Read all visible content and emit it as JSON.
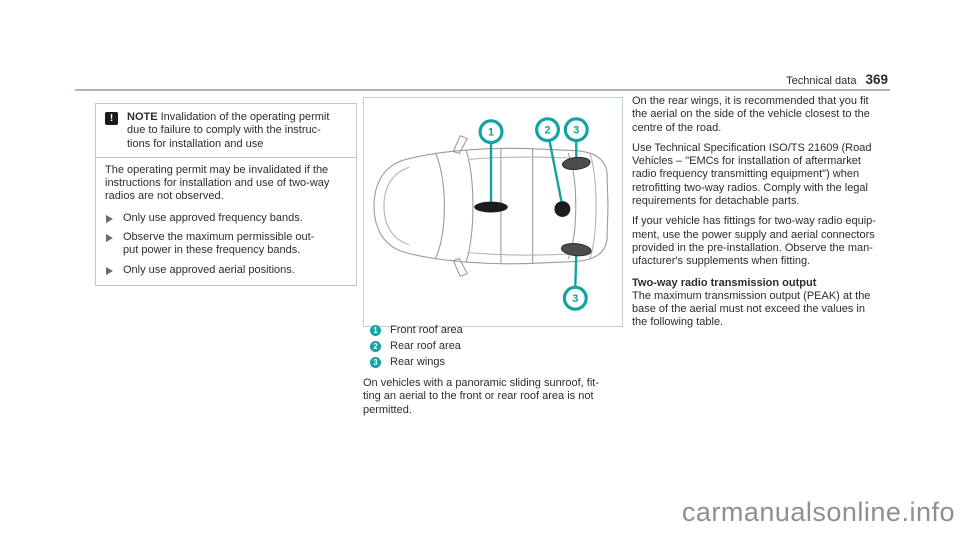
{
  "header": {
    "section": "Technical data",
    "page_number": "369"
  },
  "colors": {
    "teal": "#12a2a6",
    "rule": "#a3b8b8",
    "note_border": "#c6c6c6",
    "diagram_border": "#bfd1d1",
    "marker_black": "#1c1c1c",
    "wing_gray": "#4d4d4d"
  },
  "note_box": {
    "icon": "exclamation-icon",
    "header": {
      "label": "NOTE",
      "lines": [
        "Invalidation of the operating permit",
        "due to failure to comply with the instruc-",
        "tions for installation and use"
      ]
    },
    "body_lines": [
      "The operating permit may be invalidated if the",
      "instructions for installation and use of two-way",
      "radios are not observed."
    ],
    "bullets": [
      {
        "lines": [
          "Only use approved frequency bands."
        ]
      },
      {
        "lines": [
          "Observe the maximum permissible out-",
          "put power in these frequency bands."
        ]
      },
      {
        "lines": [
          "Only use approved aerial positions."
        ]
      }
    ]
  },
  "diagram": {
    "description": "top-view-vehicle-aerial-positions",
    "callouts": [
      {
        "num": "1",
        "label": "Front roof area"
      },
      {
        "num": "2",
        "label": "Rear roof area"
      },
      {
        "num": "3",
        "label": "Rear wings"
      }
    ],
    "note_lines": [
      "On vehicles with a panoramic sliding sunroof, fit-",
      "ting an aerial to the front or rear roof area is not",
      "permitted."
    ]
  },
  "right_column": {
    "paragraph_1": [
      "On the rear wings, it is recommended that you fit",
      "the aerial on the side of the vehicle closest to the",
      "centre of the road."
    ],
    "paragraph_2": [
      "Use Technical Specification ISO/TS 21609 (Road",
      "Vehicles – \"EMCs for installation of aftermarket",
      "radio frequency transmitting equipment\") when",
      "retrofitting two-way radios. Comply with the legal",
      "requirements for detachable parts."
    ],
    "paragraph_3": [
      "If your vehicle has fittings for two-way radio equip-",
      "ment, use the power supply and aerial connectors",
      "provided in the pre-installation. Observe the man-",
      "ufacturer's supplements when fitting."
    ],
    "heading": "Two-way radio transmission output",
    "paragraph_4": [
      "The maximum transmission output (PEAK) at the",
      "base of the aerial must not exceed the values in",
      "the following table."
    ]
  },
  "watermark": "carmanualsonline.info"
}
